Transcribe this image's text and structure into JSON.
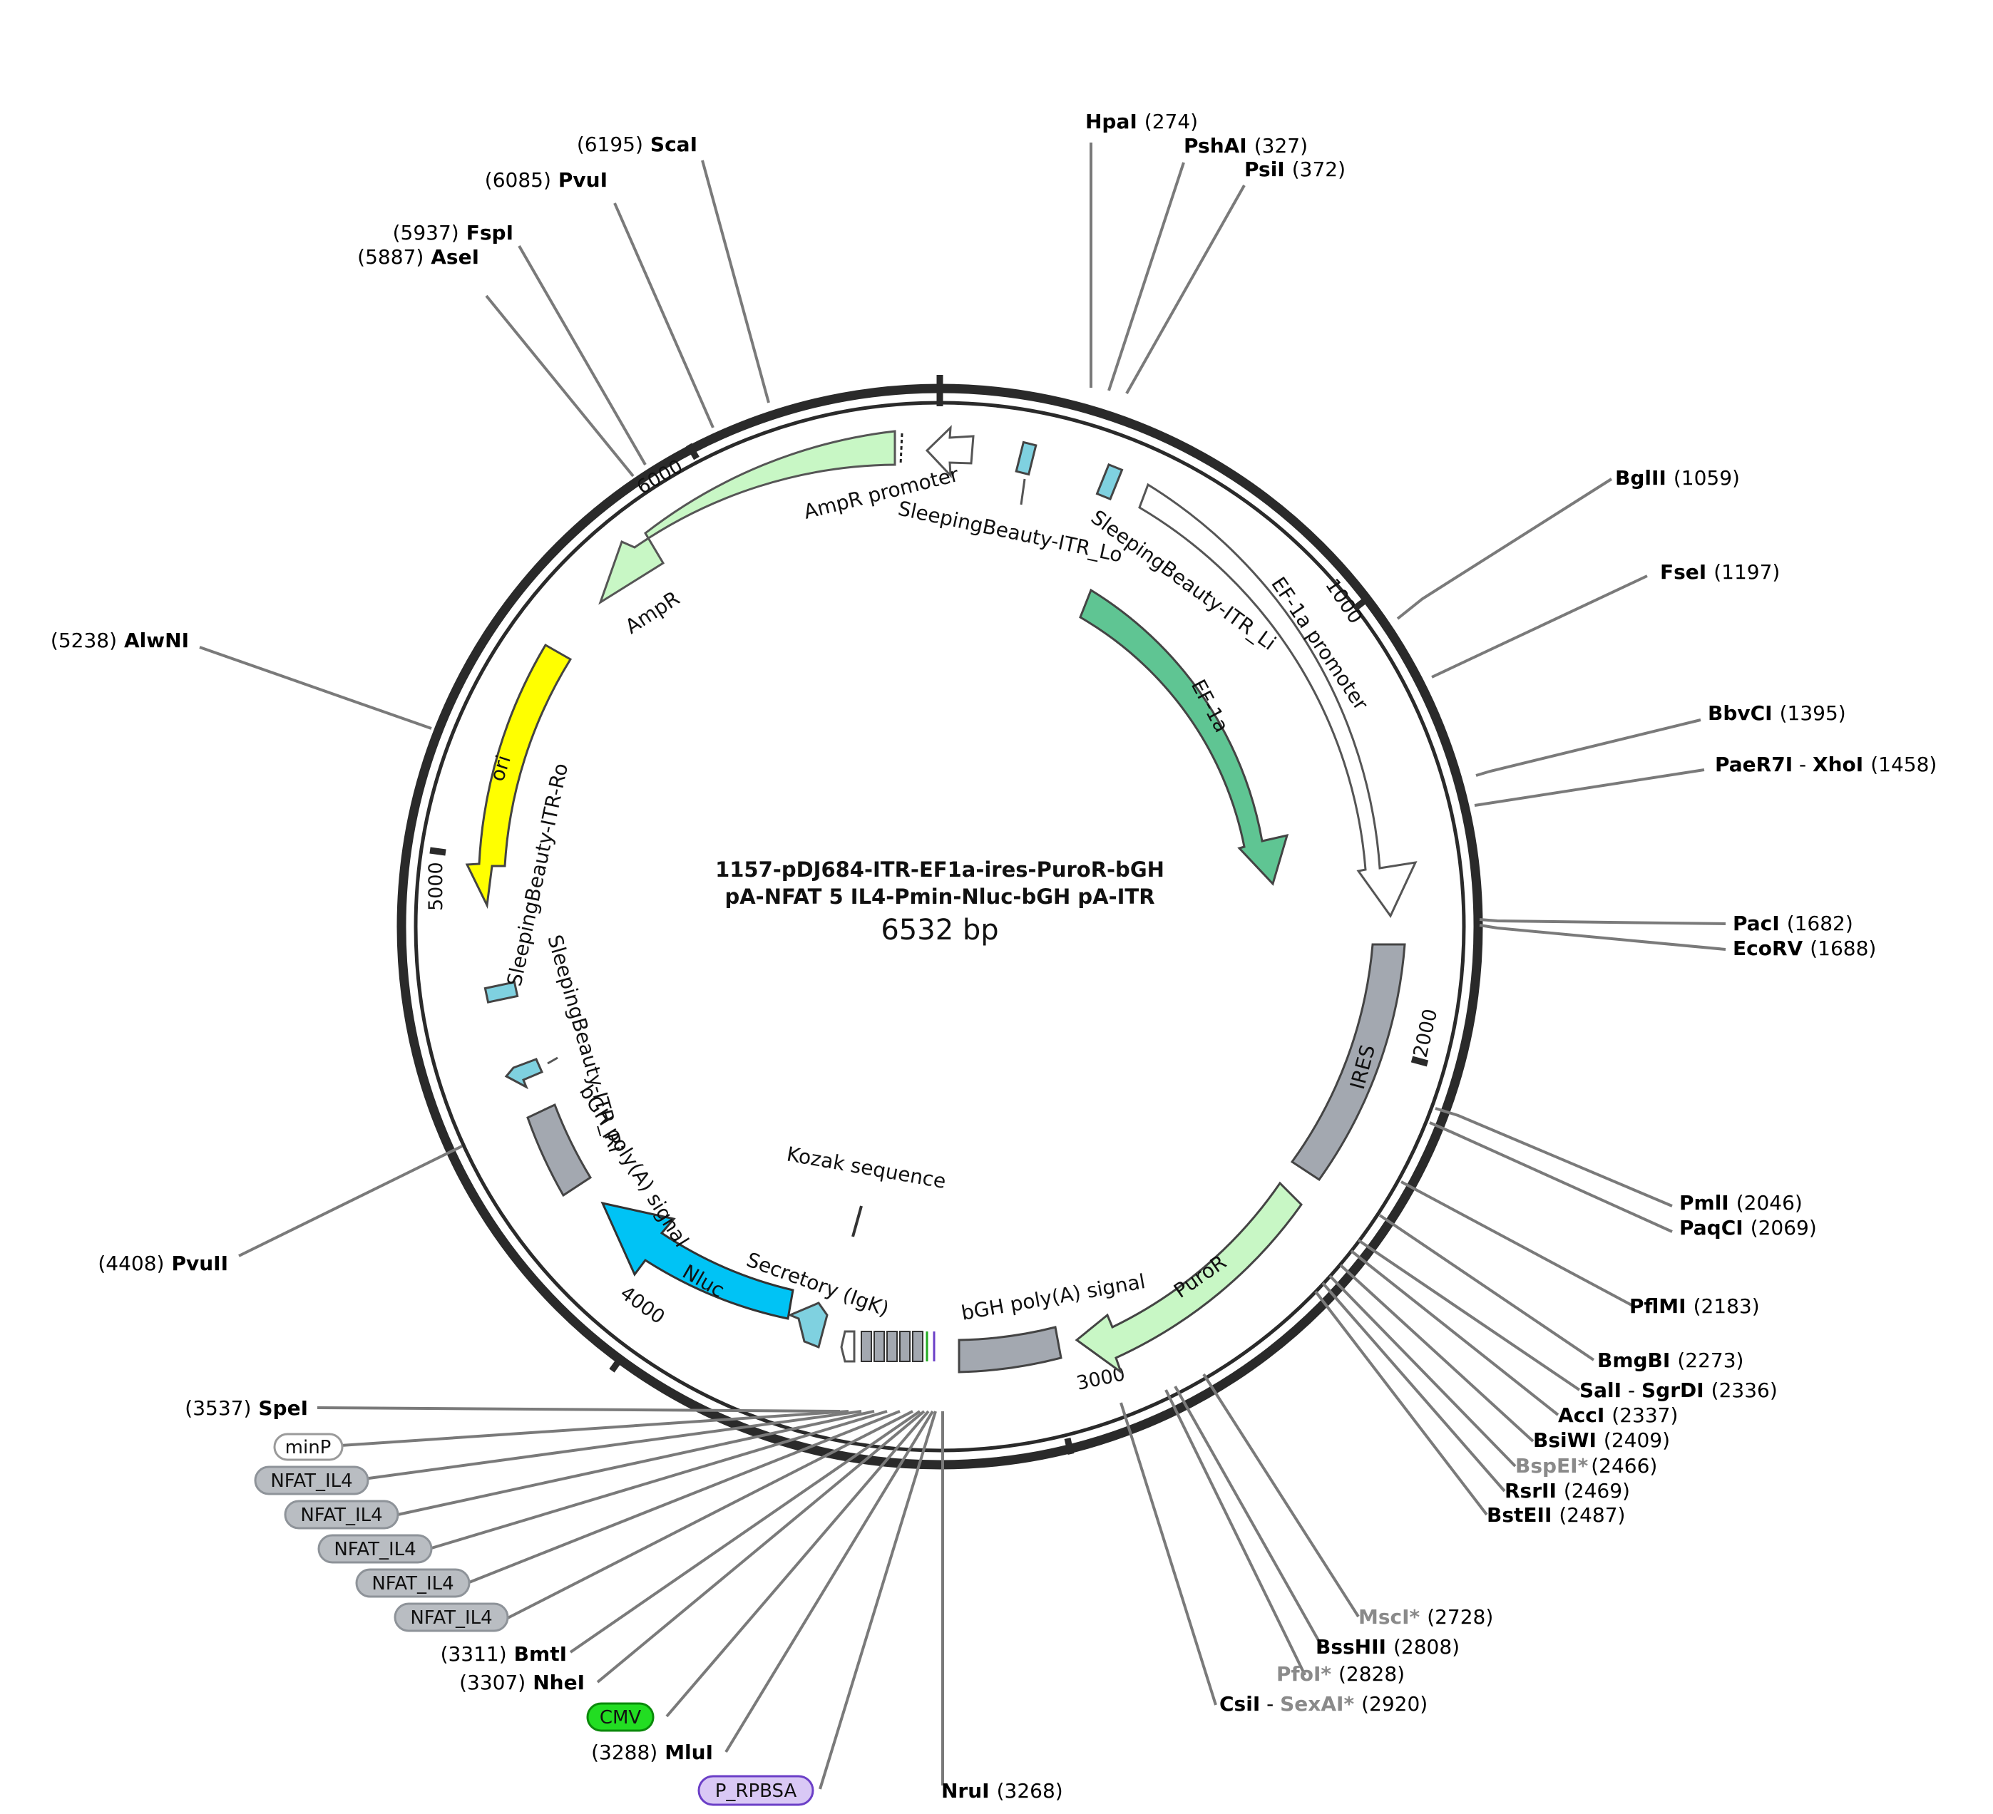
{
  "title": {
    "line1": "1157-pDJ684-ITR-EF1a-ires-PuroR-bGH",
    "line2": "pA-NFAT 5 IL4-Pmin-Nluc-bGH pA-ITR",
    "size": "6532 bp"
  },
  "ticks": [
    "1000",
    "2000",
    "3000",
    "4000",
    "5000",
    "6000"
  ],
  "features": [
    {
      "id": "ampr",
      "label": "AmpR",
      "color": "#c8f7c5"
    },
    {
      "id": "ampr-promoter",
      "label": "AmpR promoter",
      "color": "#ffffff"
    },
    {
      "id": "sb-itr-lo",
      "label": "SleepingBeauty-ITR_Lo",
      "color": "#7fd1e0"
    },
    {
      "id": "sb-itr-li",
      "label": "SleepingBeauty-ITR_Li",
      "color": "#7fd1e0"
    },
    {
      "id": "ef1a-promoter",
      "label": "EF-1a promoter",
      "color": "#ffffff"
    },
    {
      "id": "ef1a",
      "label": "EF-1a",
      "color": "#5fc593"
    },
    {
      "id": "ires",
      "label": "IRES",
      "color": "#a3a8b0"
    },
    {
      "id": "puror",
      "label": "PuroR",
      "color": "#c8f7c5"
    },
    {
      "id": "bgh-1",
      "label": "bGH poly(A) signal",
      "color": "#a3a8b0"
    },
    {
      "id": "kozak",
      "label": "Kozak sequence",
      "color": "#ffffff"
    },
    {
      "id": "secretory",
      "label": "Secretory (IgK)",
      "color": "#7fd1e0"
    },
    {
      "id": "nluc",
      "label": "Nluc",
      "color": "#00c3f5"
    },
    {
      "id": "bgh-2",
      "label": "bGH poly(A) signal",
      "color": "#a3a8b0"
    },
    {
      "id": "sb-itr-ri",
      "label": "SleepingBeauty-ITR_Ri",
      "color": "#7fd1e0"
    },
    {
      "id": "sb-itr-ro",
      "label": "SleepingBeauty-ITR-Ro",
      "color": "#7fd1e0"
    },
    {
      "id": "ori",
      "label": "ori",
      "color": "#ffff00"
    }
  ],
  "sites": [
    {
      "name": "HpaI",
      "pos": "(274)"
    },
    {
      "name": "PshAI",
      "pos": "(327)"
    },
    {
      "name": "PsiI",
      "pos": "(372)"
    },
    {
      "name": "BglII",
      "pos": "(1059)"
    },
    {
      "name": "FseI",
      "pos": "(1197)"
    },
    {
      "name": "BbvCI",
      "pos": "(1395)"
    },
    {
      "name": "PaeR7I",
      "sep": " - ",
      "name2": "XhoI",
      "pos": "(1458)"
    },
    {
      "name": "PacI",
      "pos": "(1682)"
    },
    {
      "name": "EcoRV",
      "pos": "(1688)"
    },
    {
      "name": "PmlI",
      "pos": "(2046)"
    },
    {
      "name": "PaqCI",
      "pos": "(2069)"
    },
    {
      "name": "PflMI",
      "pos": "(2183)"
    },
    {
      "name": "BmgBI",
      "pos": "(2273)"
    },
    {
      "name": "SalI",
      "sep": " - ",
      "name2": "SgrDI",
      "pos": "(2336)"
    },
    {
      "name": "AccI",
      "pos": "(2337)"
    },
    {
      "name": "BsiWI",
      "pos": "(2409)"
    },
    {
      "name": "BspEI*",
      "pos": "(2466)",
      "ghost": true
    },
    {
      "name": "RsrII",
      "pos": "(2469)"
    },
    {
      "name": "BstEII",
      "pos": "(2487)"
    },
    {
      "name": "MscI*",
      "pos": "(2728)",
      "ghost": true
    },
    {
      "name": "BssHII",
      "pos": "(2808)"
    },
    {
      "name": "PfoI*",
      "pos": "(2828)",
      "ghost": true
    },
    {
      "name": "CsiI",
      "sep": " - ",
      "name2": "SexAI*",
      "name2ghost": true,
      "pos": "(2920)"
    },
    {
      "name": "NruI",
      "pos": "(3268)"
    },
    {
      "name": "MluI",
      "pos": "(3288)"
    },
    {
      "name": "NheI",
      "pos": "(3307)"
    },
    {
      "name": "BmtI",
      "pos": "(3311)"
    },
    {
      "name": "SpeI",
      "pos": "(3537)"
    },
    {
      "name": "PvuII",
      "pos": "(4408)"
    },
    {
      "name": "AlwNI",
      "pos": "(5238)"
    },
    {
      "name": "AseI",
      "pos": "(5887)"
    },
    {
      "name": "FspI",
      "pos": "(5937)"
    },
    {
      "name": "PvuI",
      "pos": "(6085)"
    },
    {
      "name": "ScaI",
      "pos": "(6195)"
    }
  ],
  "pills": [
    {
      "id": "minp",
      "label": "minP",
      "color": "#ffffff",
      "stroke": "#9a9a9a"
    },
    {
      "id": "nfat-1",
      "label": "NFAT_IL4",
      "color": "#b9bdc2",
      "stroke": "#8e9399"
    },
    {
      "id": "nfat-2",
      "label": "NFAT_IL4",
      "color": "#b9bdc2",
      "stroke": "#8e9399"
    },
    {
      "id": "nfat-3",
      "label": "NFAT_IL4",
      "color": "#b9bdc2",
      "stroke": "#8e9399"
    },
    {
      "id": "nfat-4",
      "label": "NFAT_IL4",
      "color": "#b9bdc2",
      "stroke": "#8e9399"
    },
    {
      "id": "nfat-5",
      "label": "NFAT_IL4",
      "color": "#b9bdc2",
      "stroke": "#8e9399"
    },
    {
      "id": "cmv",
      "label": "CMV",
      "color": "#22dd22",
      "stroke": "#0b8a0b"
    },
    {
      "id": "p-rpbsa",
      "label": "P_RPBSA",
      "color": "#d9c8f5",
      "stroke": "#6b3fc7"
    }
  ]
}
